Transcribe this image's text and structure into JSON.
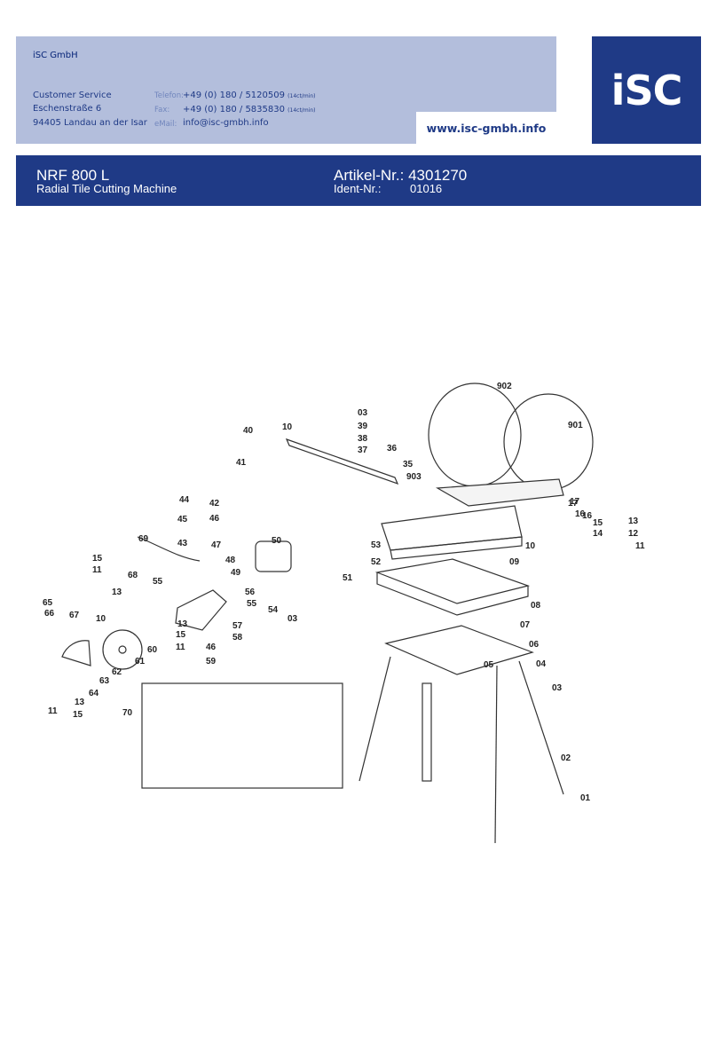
{
  "company": {
    "name": "iSC GmbH",
    "department": "Customer Service",
    "street": "Eschenstraße 6",
    "city": "94405 Landau an der Isar",
    "phone_label": "Telefon:",
    "phone": "+49 (0) 180 / 5120509",
    "phone_note": "(14ct/min)",
    "fax_label": "Fax:",
    "fax": "+49 (0) 180 / 5835830",
    "fax_note": "(14ct/min)",
    "email_label": "eMail:",
    "email": "info@isc-gmbh.info",
    "website": "www.isc-gmbh.info",
    "logo_text": "iSC"
  },
  "product": {
    "model": "NRF 800 L",
    "description": "Radial Tile Cutting Machine",
    "article_label": "Artikel-Nr.:",
    "article_number": "4301270",
    "ident_label": "Ident-Nr.:",
    "ident_number": "01016"
  },
  "part_labels": [
    "902",
    "901",
    "03",
    "39",
    "38",
    "37",
    "36",
    "35",
    "903",
    "17",
    "16",
    "40",
    "10",
    "41",
    "44",
    "42",
    "45",
    "46",
    "43",
    "47",
    "69",
    "48",
    "50",
    "49",
    "15",
    "11",
    "68",
    "55",
    "13",
    "65",
    "66",
    "67",
    "10",
    "56",
    "55",
    "54",
    "03",
    "57",
    "58",
    "13",
    "15",
    "11",
    "46",
    "59",
    "60",
    "61",
    "62",
    "63",
    "64",
    "13",
    "11",
    "15",
    "70",
    "53",
    "52",
    "51",
    "17",
    "16",
    "15",
    "14",
    "13",
    "12",
    "11",
    "09",
    "10",
    "08",
    "07",
    "06",
    "05",
    "04",
    "03",
    "02",
    "01"
  ],
  "colors": {
    "brand_blue": "#1f3a86",
    "light_blue": "#b3bedc"
  }
}
